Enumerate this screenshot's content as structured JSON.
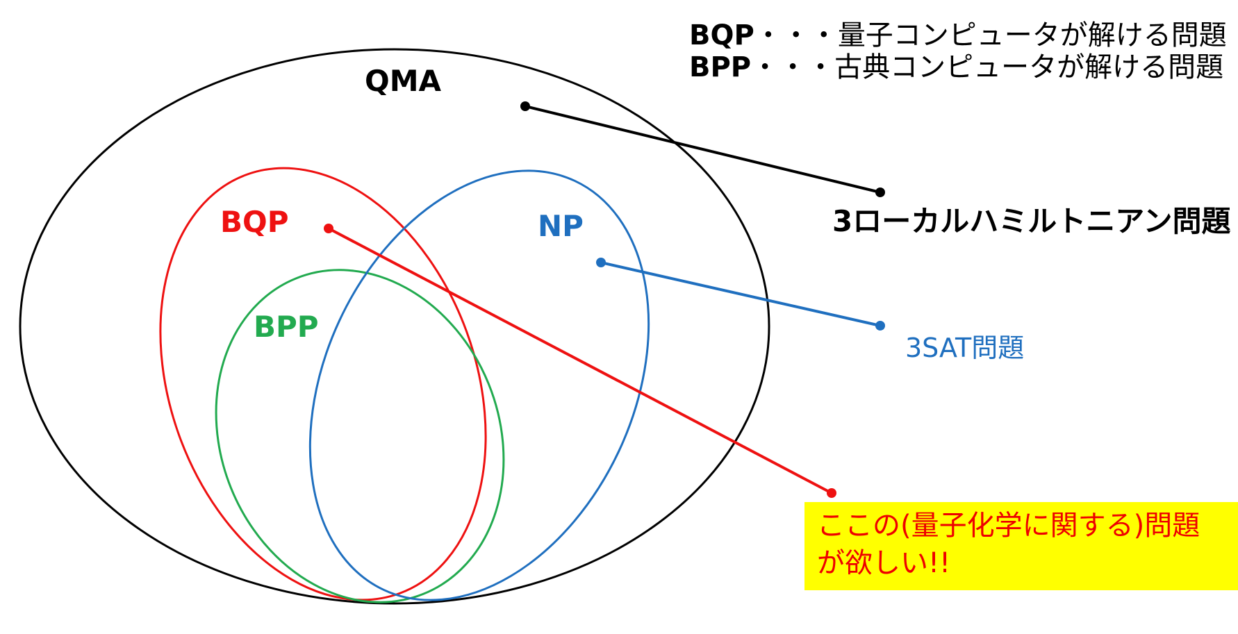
{
  "legend": {
    "rows": [
      {
        "key": "BQP",
        "sep": "・・・",
        "desc": "量子コンピュータが解ける問題"
      },
      {
        "key": "BPP",
        "sep": "・・・",
        "desc": "古典コンピュータが解ける問題"
      }
    ]
  },
  "sets": {
    "qma": {
      "label": "QMA",
      "color": "#000000"
    },
    "bqp": {
      "label": "BQP",
      "color": "#ee1111"
    },
    "np": {
      "label": "NP",
      "color": "#1f6fbf"
    },
    "bpp": {
      "label": "BPP",
      "color": "#22aa4f"
    }
  },
  "annotations": {
    "local_hamiltonian": {
      "text": "3ローカルハミルトニアン問題",
      "color": "#000000"
    },
    "three_sat": {
      "text": "3SAT問題",
      "color": "#1f6fbf"
    },
    "callout": {
      "line1": "ここの(量子化学に関する)問題",
      "line2": "が欲しい!!",
      "text_color": "#ee0000",
      "background": "#ffff00"
    }
  }
}
